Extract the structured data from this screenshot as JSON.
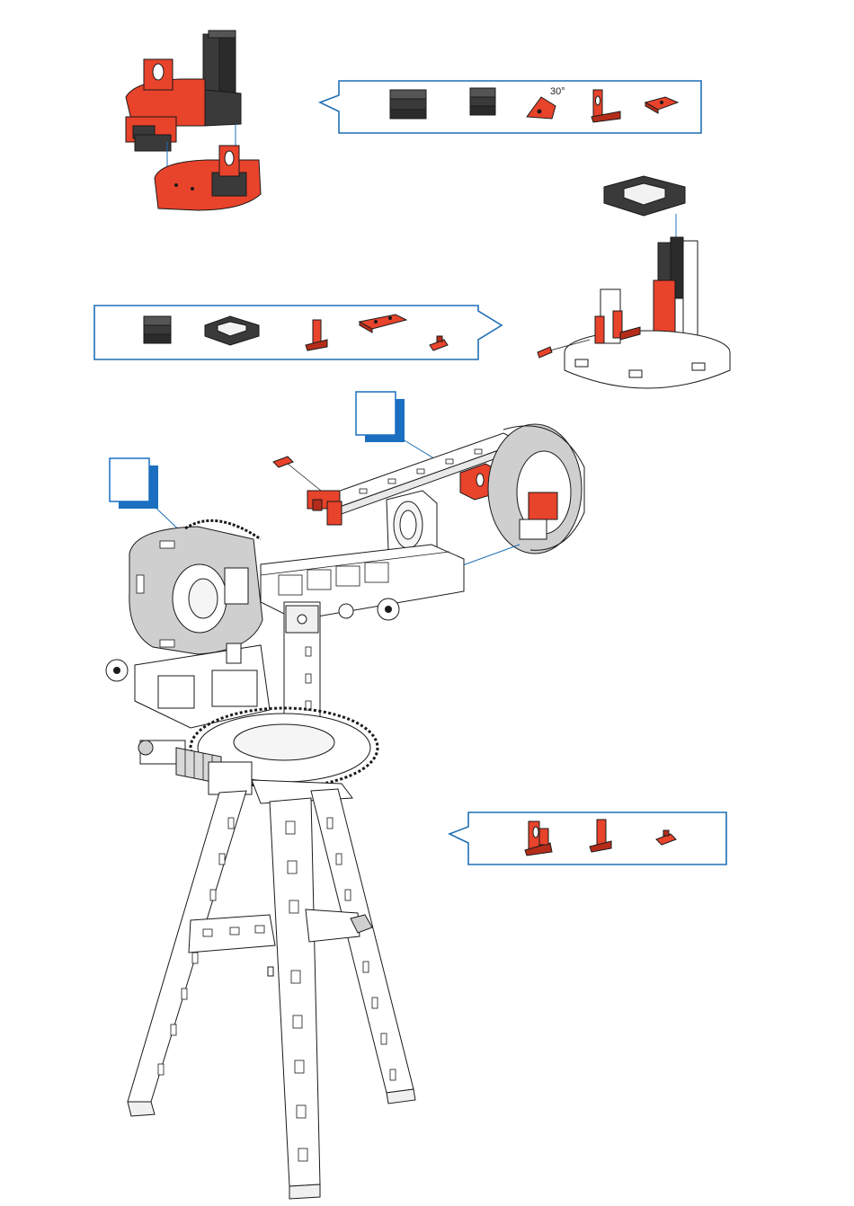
{
  "palette": {
    "red": "#e8432b",
    "red_dark": "#b52d1a",
    "black_part": "#3a3a3a",
    "black_dark": "#1f1f1f",
    "grey_part": "#cfcfcf",
    "grey_dark": "#9a9a9a",
    "white_part": "#ffffff",
    "outline": "#1a1a1a",
    "callout_border": "#1f6fb5",
    "label_blue": "#1a6fc0"
  },
  "parts_callout_1": {
    "items": [
      "black-building-block-30",
      "black-building-block-15",
      "red-angle-block-30",
      "red-angle-bracket",
      "red-flat-plate"
    ],
    "angle_label": "30°"
  },
  "parts_callout_2": {
    "items": [
      "black-building-block-15",
      "black-square-frame",
      "red-angle-bracket",
      "red-connector-plate",
      "red-small-clip"
    ]
  },
  "parts_callout_3": {
    "items": [
      "red-angle-bracket-large",
      "red-angle-bracket",
      "red-small-clip"
    ]
  },
  "step_labels": {
    "left": "",
    "right": ""
  },
  "icons": [
    "ring-segment-assembly",
    "tower-assembly",
    "telescope-model",
    "tripod",
    "gear-wheel"
  ]
}
